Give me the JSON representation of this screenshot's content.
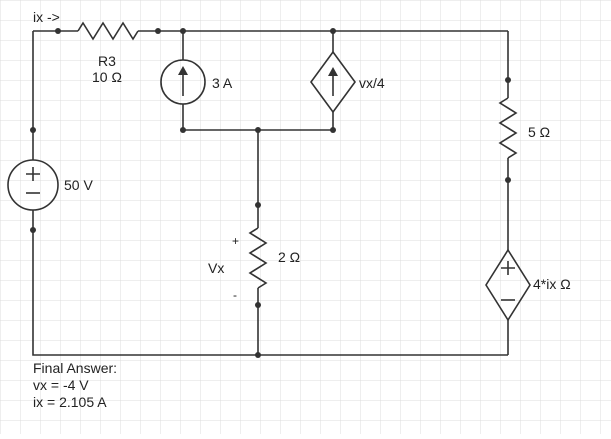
{
  "colors": {
    "line": "#333333",
    "grid": "#dcdcdc",
    "background": "#ffffff"
  },
  "labels": {
    "ix_arrow": "ix ->",
    "r3_name": "R3",
    "r3_value": "10 Ω",
    "current_source": "3 A",
    "dep_current_source": "vx/4",
    "r_5": "5 Ω",
    "voltage_source": "50 V",
    "r_2": "2 Ω",
    "vx_label": "Vx",
    "vx_plus": "+",
    "vx_minus": "-",
    "dep_voltage_source": "4*ix Ω"
  },
  "answer": {
    "title": "Final Answer:",
    "vx": "vx = -4 V",
    "ix": "ix = 2.105 A"
  }
}
